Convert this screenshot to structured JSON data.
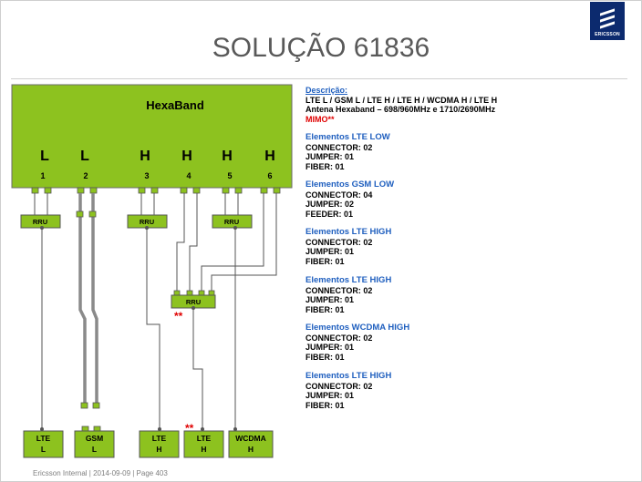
{
  "logo": {
    "text": "ERICSSON"
  },
  "title": "SOLUÇÃO 61836",
  "footer": "Ericsson Internal  |  2014-09-09  |  Page 403",
  "antenna": {
    "label": "HexaBand",
    "band_letters": [
      "L",
      "L",
      "H",
      "H",
      "H",
      "H"
    ],
    "port_numbers": [
      "1",
      "2",
      "3",
      "4",
      "5",
      "6"
    ]
  },
  "rru_label": "RRU",
  "mimo_marker": "**",
  "outputs": [
    {
      "line1": "LTE",
      "line2": "L"
    },
    {
      "line1": "GSM",
      "line2": "L"
    },
    {
      "line1": "LTE",
      "line2": "H"
    },
    {
      "line1": "LTE",
      "line2": "H"
    },
    {
      "line1": "WCDMA",
      "line2": "H"
    }
  ],
  "description": {
    "heading": "Descrição:",
    "line1": "LTE L / GSM L / LTE H / LTE H / WCDMA H / LTE H",
    "line2": "Antena Hexaband – 698/960MHz  e  1710/2690MHz",
    "line3": "MIMO**"
  },
  "elements": [
    {
      "heading": "Elementos LTE LOW",
      "lines": [
        "CONNECTOR: 02",
        "JUMPER: 01",
        "FIBER: 01"
      ]
    },
    {
      "heading": "Elementos GSM LOW",
      "lines": [
        "CONNECTOR: 04",
        "JUMPER: 02",
        "FEEDER: 01"
      ]
    },
    {
      "heading": "Elementos LTE HIGH",
      "lines": [
        "CONNECTOR: 02",
        "JUMPER: 01",
        "FIBER: 01"
      ]
    },
    {
      "heading": "Elementos LTE HIGH",
      "lines": [
        "CONNECTOR: 02",
        "JUMPER: 01",
        "FIBER: 01"
      ]
    },
    {
      "heading": "Elementos WCDMA HIGH",
      "lines": [
        "CONNECTOR: 02",
        "JUMPER: 01",
        "FIBER: 01"
      ]
    },
    {
      "heading": "Elementos LTE HIGH",
      "lines": [
        "CONNECTOR: 02",
        "JUMPER: 01",
        "FIBER: 01"
      ]
    }
  ],
  "colors": {
    "green": "#8dc21f",
    "green_dark": "#5d8a12",
    "link_blue": "#1f5fbf",
    "red": "#e00000"
  }
}
